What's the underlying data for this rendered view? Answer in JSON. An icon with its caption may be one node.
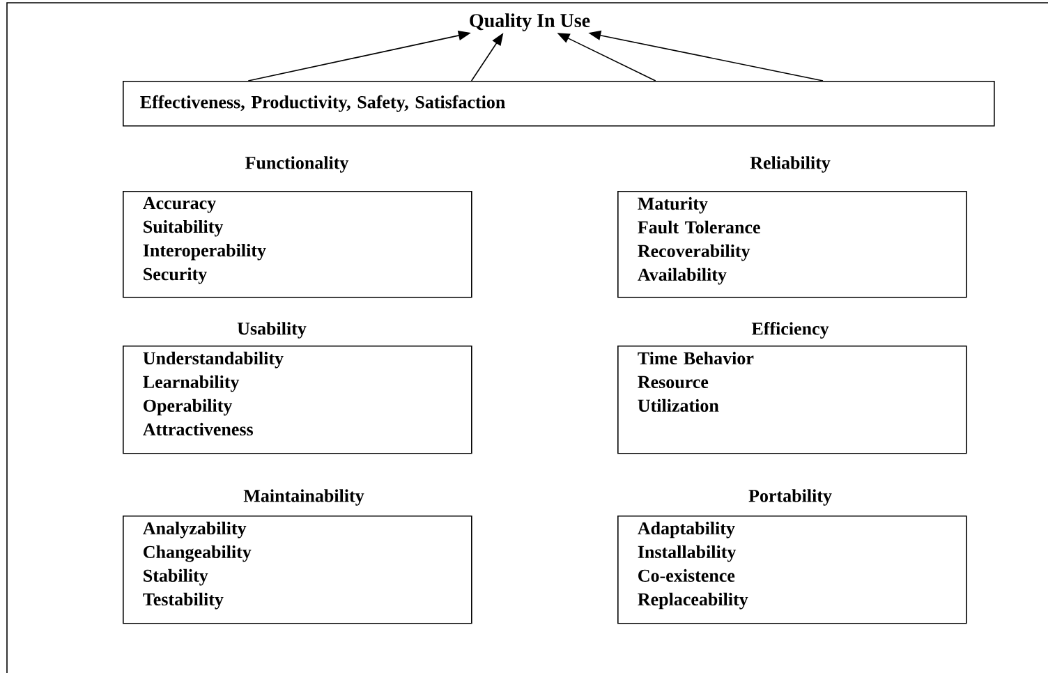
{
  "diagram": {
    "nodes": [
      {
        "text": [
          "Quality In Use"
        ]
      },
      {
        "text": [
          "Effectiveness, Productivity, Safety, Satisfaction"
        ]
      },
      {
        "text": [
          "Functionality",
          "Accuracy",
          "Suitability",
          "Interoperability",
          "Security"
        ]
      },
      {
        "text": [
          "Reliability",
          "Maturity",
          "Fault Tolerance",
          "Recoverability",
          "Availability"
        ]
      },
      {
        "text": [
          "Usability",
          "Understandability",
          "Learnability",
          "Operability",
          "Attractiveness"
        ]
      },
      {
        "text": [
          "Efficiency",
          "Time Behavior",
          "Resource",
          "Utilization"
        ]
      },
      {
        "text": [
          "Maintainability",
          "Analyzability",
          "Changeability",
          "Stability",
          "Testability"
        ]
      },
      {
        "text": [
          "Portability",
          "Adaptability",
          "Installability",
          "Co-existence",
          "Replaceability"
        ]
      }
    ],
    "edges": [
      {
        "from": 1,
        "to": 0,
        "arrow": "to"
      },
      {
        "from": 1,
        "to": 0,
        "arrow": "to"
      },
      {
        "from": 1,
        "to": 0,
        "arrow": "to"
      },
      {
        "from": 1,
        "to": 0,
        "arrow": "to"
      }
    ]
  }
}
